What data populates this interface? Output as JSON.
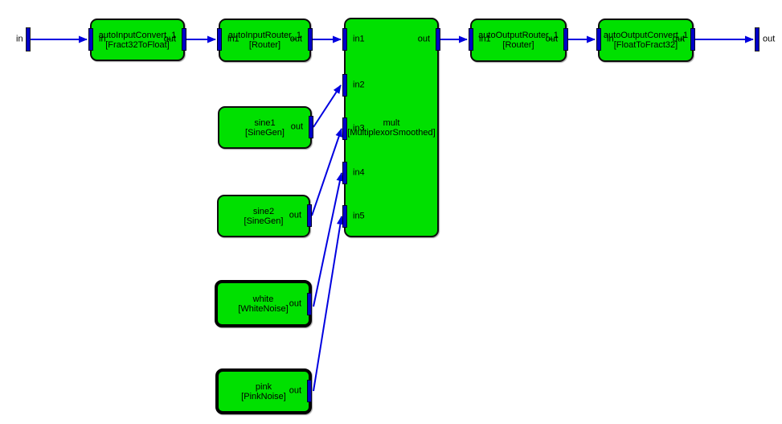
{
  "colors": {
    "background": "#ffffff",
    "block_fill": "#00e000",
    "block_border": "#000000",
    "pin_fill": "#0000c8",
    "wire": "#0000e0",
    "text": "#000000"
  },
  "terminals": {
    "input": {
      "label": "in"
    },
    "output": {
      "label": "out"
    }
  },
  "nodes": [
    {
      "name": "autoInputConvert_1",
      "type": "[Fract32ToFloat]",
      "pins": [
        {
          "label": "in"
        },
        {
          "label": "out"
        }
      ]
    },
    {
      "name": "autoInputRouter_1",
      "type": "[Router]",
      "pins": [
        {
          "label": "in1"
        },
        {
          "label": "out"
        }
      ]
    },
    {
      "name": "mult",
      "type": "[MultiplexorSmoothed]",
      "pins": [
        {
          "label": "in1"
        },
        {
          "label": "in2"
        },
        {
          "label": "in3"
        },
        {
          "label": "in4"
        },
        {
          "label": "in5"
        },
        {
          "label": "out"
        }
      ]
    },
    {
      "name": "autoOutputRouter_1",
      "type": "[Router]",
      "pins": [
        {
          "label": "in1"
        },
        {
          "label": "out"
        }
      ]
    },
    {
      "name": "autoOutputConvert_1",
      "type": "[FloatToFract32]",
      "pins": [
        {
          "label": "in"
        },
        {
          "label": "out"
        }
      ]
    },
    {
      "name": "sine1",
      "type": "[SineGen]",
      "pins": [
        {
          "label": "out"
        }
      ]
    },
    {
      "name": "sine2",
      "type": "[SineGen]",
      "pins": [
        {
          "label": "out"
        }
      ]
    },
    {
      "name": "white",
      "type": "[WhiteNoise]",
      "pins": [
        {
          "label": "out"
        }
      ]
    },
    {
      "name": "pink",
      "type": "[PinkNoise]",
      "pins": [
        {
          "label": "out"
        }
      ]
    }
  ],
  "wires": [
    {
      "from": "in",
      "to": "autoInputConvert_1:in"
    },
    {
      "from": "autoInputConvert_1:out",
      "to": "autoInputRouter_1:in1"
    },
    {
      "from": "autoInputRouter_1:out",
      "to": "mult:in1"
    },
    {
      "from": "mult:out",
      "to": "autoOutputRouter_1:in1"
    },
    {
      "from": "autoOutputRouter_1:out",
      "to": "autoOutputConvert_1:in"
    },
    {
      "from": "autoOutputConvert_1:out",
      "to": "out"
    },
    {
      "from": "sine1:out",
      "to": "mult:in2"
    },
    {
      "from": "sine2:out",
      "to": "mult:in3"
    },
    {
      "from": "white:out",
      "to": "mult:in4"
    },
    {
      "from": "pink:out",
      "to": "mult:in5"
    }
  ]
}
